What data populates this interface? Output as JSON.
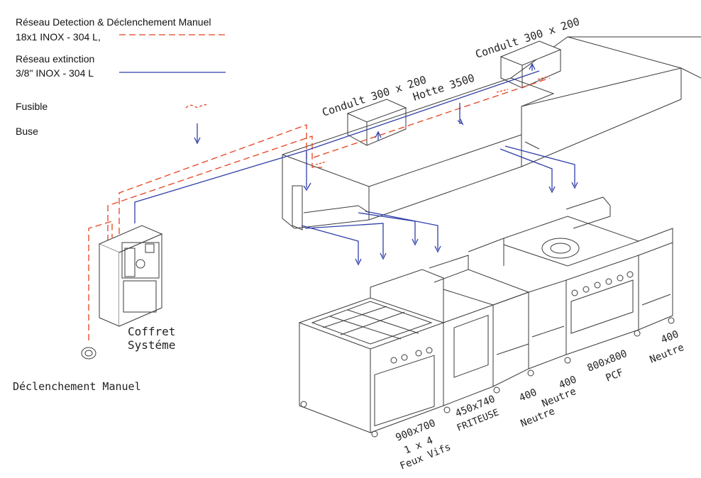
{
  "legend": {
    "detection_title": "Réseau Detection & Déclenchement Manuel",
    "detection_spec": "18x1 INOX - 304 L,",
    "extinction_title": "Réseau extinction",
    "extinction_spec": "3/8\" INOX - 304 L",
    "fusible": "Fusible",
    "buse": "Buse"
  },
  "labels": {
    "conduit_left": "Condult 300 x 200",
    "conduit_right": "Condult 300 x 200",
    "hotte": "Hotte 3500",
    "coffret_line1": "Coffret",
    "coffret_line2": "Systéme",
    "declenchement": "Déclenchement Manuel",
    "feux_line1": "900x700",
    "feux_line2": "1 x 4",
    "feux_line3": "Feux Vifs",
    "friteuse_line1": "450x740",
    "friteuse_line2": "FRITEUSE",
    "neutre1_line1": "400",
    "neutre1_line2": "Neutre",
    "neutre2_line1": "400",
    "neutre2_line2": "Neutre",
    "pcf_line1": "800x800",
    "pcf_line2": "PCF",
    "neutre3_line1": "400",
    "neutre3_line2": "Neutre"
  },
  "colors": {
    "detection": "#e8401c",
    "extinction": "#2f3fa8",
    "drawing": "#3a3a3a"
  }
}
